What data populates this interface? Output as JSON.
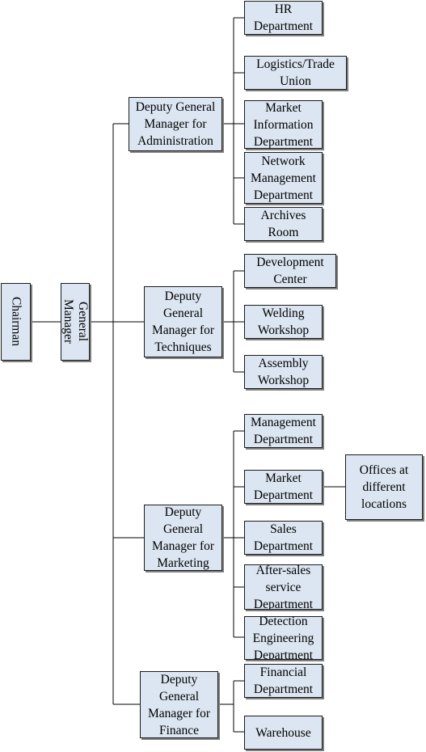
{
  "org_chart": {
    "chairman": "Chairman",
    "general_manager": "General\nManager",
    "deputies": {
      "administration": {
        "title": "Deputy General\nManager for\nAdministration",
        "departments": [
          "HR\nDepartment",
          "Logistics/Trade\nUnion",
          "Market\nInformation\nDepartment",
          "Network\nManagement\nDepartment",
          "Archives\nRoom"
        ]
      },
      "techniques": {
        "title": "Deputy\nGeneral\nManager for\nTechniques",
        "departments": [
          "Development\nCenter",
          "Welding\nWorkshop",
          "Assembly\nWorkshop"
        ]
      },
      "marketing": {
        "title": "Deputy\nGeneral\nManager for\nMarketing",
        "departments": [
          "Management\nDepartment",
          "Market\nDepartment",
          "Sales\nDepartment",
          "After-sales\nservice\nDepartment",
          "Detection\nEngineering\nDepartment"
        ],
        "market_sub": "Offices at\ndifferent\nlocations"
      },
      "finance": {
        "title": "Deputy\nGeneral\nManager for\nFinance",
        "departments": [
          "Financial\nDepartment",
          "Warehouse"
        ]
      }
    }
  }
}
